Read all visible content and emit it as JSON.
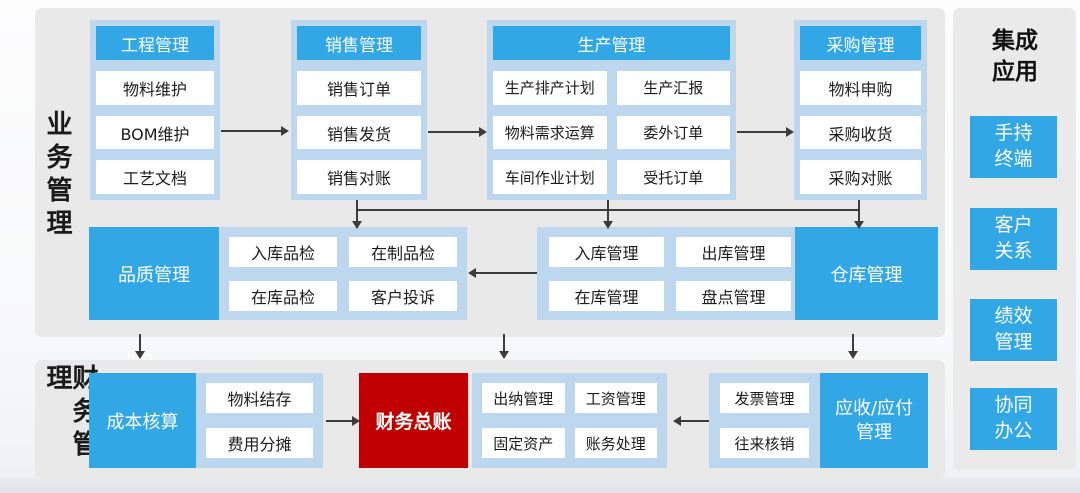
{
  "labels": {
    "business": "业务管理",
    "finance": "财务管理"
  },
  "columns": {
    "engineering": {
      "header": "工程管理",
      "items": [
        "物料维护",
        "BOM维护",
        "工艺文档"
      ]
    },
    "sales": {
      "header": "销售管理",
      "items": [
        "销售订单",
        "销售发货",
        "销售对账"
      ]
    },
    "production": {
      "header": "生产管理",
      "left_items": [
        "生产排产计划",
        "物料需求运算",
        "车间作业计划"
      ],
      "right_items": [
        "生产汇报",
        "委外订单",
        "受托订单"
      ]
    },
    "procurement": {
      "header": "采购管理",
      "items": [
        "物料申购",
        "采购收货",
        "采购对账"
      ]
    }
  },
  "middle": {
    "quality": {
      "label": "品质管理",
      "items": [
        "入库品检",
        "在制品检",
        "在库品检",
        "客户投诉"
      ]
    },
    "warehouse": {
      "label": "仓库管理",
      "items": [
        "入库管理",
        "出库管理",
        "在库管理",
        "盘点管理"
      ]
    }
  },
  "finance": {
    "cost": {
      "label": "成本核算",
      "items": [
        "物料结存",
        "费用分摊"
      ]
    },
    "general_ledger": {
      "label": "财务总账"
    },
    "accounting": {
      "items": [
        "出纳管理",
        "工资管理",
        "固定资产",
        "账务处理"
      ]
    },
    "receivable_payable": {
      "label": "应收/应付管理",
      "items": [
        "发票管理",
        "往来核销"
      ]
    }
  },
  "integration": {
    "title": "集成应用",
    "items": [
      "手持终端",
      "客户关系",
      "绩效管理",
      "协同办公"
    ]
  },
  "colors": {
    "accent_blue": "#31a7e6",
    "container_blue": "#bdd7ee",
    "ledger_red": "#c00000",
    "panel_gray": "#e9e9e9",
    "line": "#3c3c3c"
  }
}
